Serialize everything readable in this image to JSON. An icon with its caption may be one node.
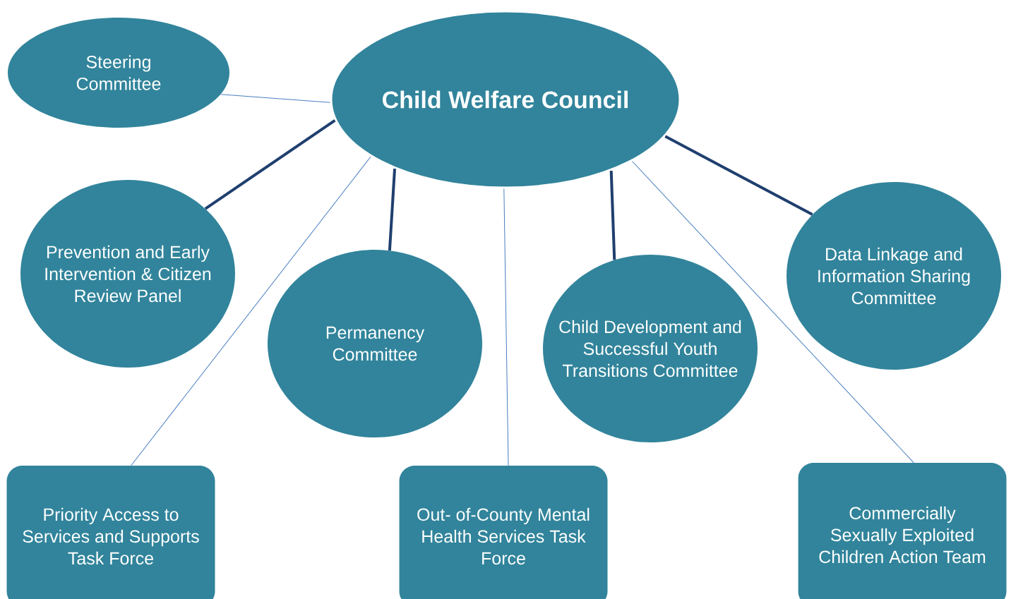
{
  "diagram": {
    "nodes": [
      {
        "text": [
          "Child Welfare Council"
        ]
      },
      {
        "text": [
          "Steering Committee"
        ]
      },
      {
        "text": [
          "Prevention and Early Intervention & Citizen Review Panel"
        ]
      },
      {
        "text": [
          "Permanency Committee"
        ]
      },
      {
        "text": [
          "Child Development and Successful Youth Transitions Committee"
        ]
      },
      {
        "text": [
          "Data Linkage and Information Sharing Committee"
        ]
      },
      {
        "text": [
          "Priority Access to Services and Supports Task Force"
        ]
      },
      {
        "text": [
          "Out- of-County Mental Health Services Task Force"
        ]
      },
      {
        "text": [
          "Commercially Sexually Exploited Children Action Team"
        ]
      }
    ],
    "edges": [
      {
        "from": 0,
        "to": 1,
        "arrow": "none"
      },
      {
        "from": 0,
        "to": 2,
        "arrow": "none",
        "style": "thick",
        "color": "#1f3f6e"
      },
      {
        "from": 0,
        "to": 3,
        "arrow": "none",
        "style": "thick",
        "color": "#1f3f6e"
      },
      {
        "from": 0,
        "to": 4,
        "arrow": "none",
        "style": "thick",
        "color": "#1f3f6e"
      },
      {
        "from": 0,
        "to": 5,
        "arrow": "none",
        "style": "thick",
        "color": "#1f3f6e"
      },
      {
        "from": 0,
        "to": 6,
        "arrow": "none"
      },
      {
        "from": 0,
        "to": 7,
        "arrow": "none"
      },
      {
        "from": 0,
        "to": 8,
        "arrow": "none"
      }
    ]
  }
}
